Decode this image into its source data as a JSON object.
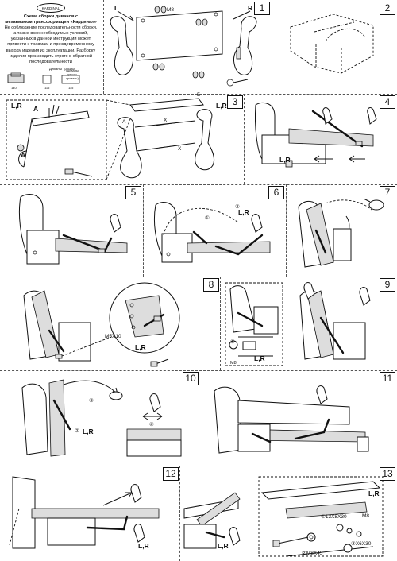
{
  "intro": {
    "logo": "KARDINAL",
    "title_line1": "Схема сборки диванов с",
    "title_line2": "механизмом трансформации «Кардинал»",
    "body": "Не соблюдение последовательности сборки, а также всех необходимых условий, указанных в данной инструкции может привести к травмам и преждевременному выходу изделия из эксплуатации. Разборку изделия производить строго в обратной последовательности",
    "legend_label": "Диваны трёшка",
    "legend_dims": [
      "140",
      "115",
      "115"
    ],
    "legend_note": "(Диваны кресло-кровать)"
  },
  "steps": [
    "1",
    "2",
    "3",
    "4",
    "5",
    "6",
    "7",
    "8",
    "9",
    "10",
    "11",
    "12",
    "13"
  ],
  "labels": {
    "left": "L",
    "right": "R",
    "lr": "L,R",
    "m8": "M8",
    "a": "A",
    "b": "Б",
    "x": "X",
    "m5x10": "M5X10",
    "m8x45": "②M8X45",
    "bolt_13x30": "①13X8X30",
    "bolt_3x6x30": "③X6X30",
    "num1": "①",
    "num2": "②",
    "num3": "③",
    "num4": "④"
  }
}
